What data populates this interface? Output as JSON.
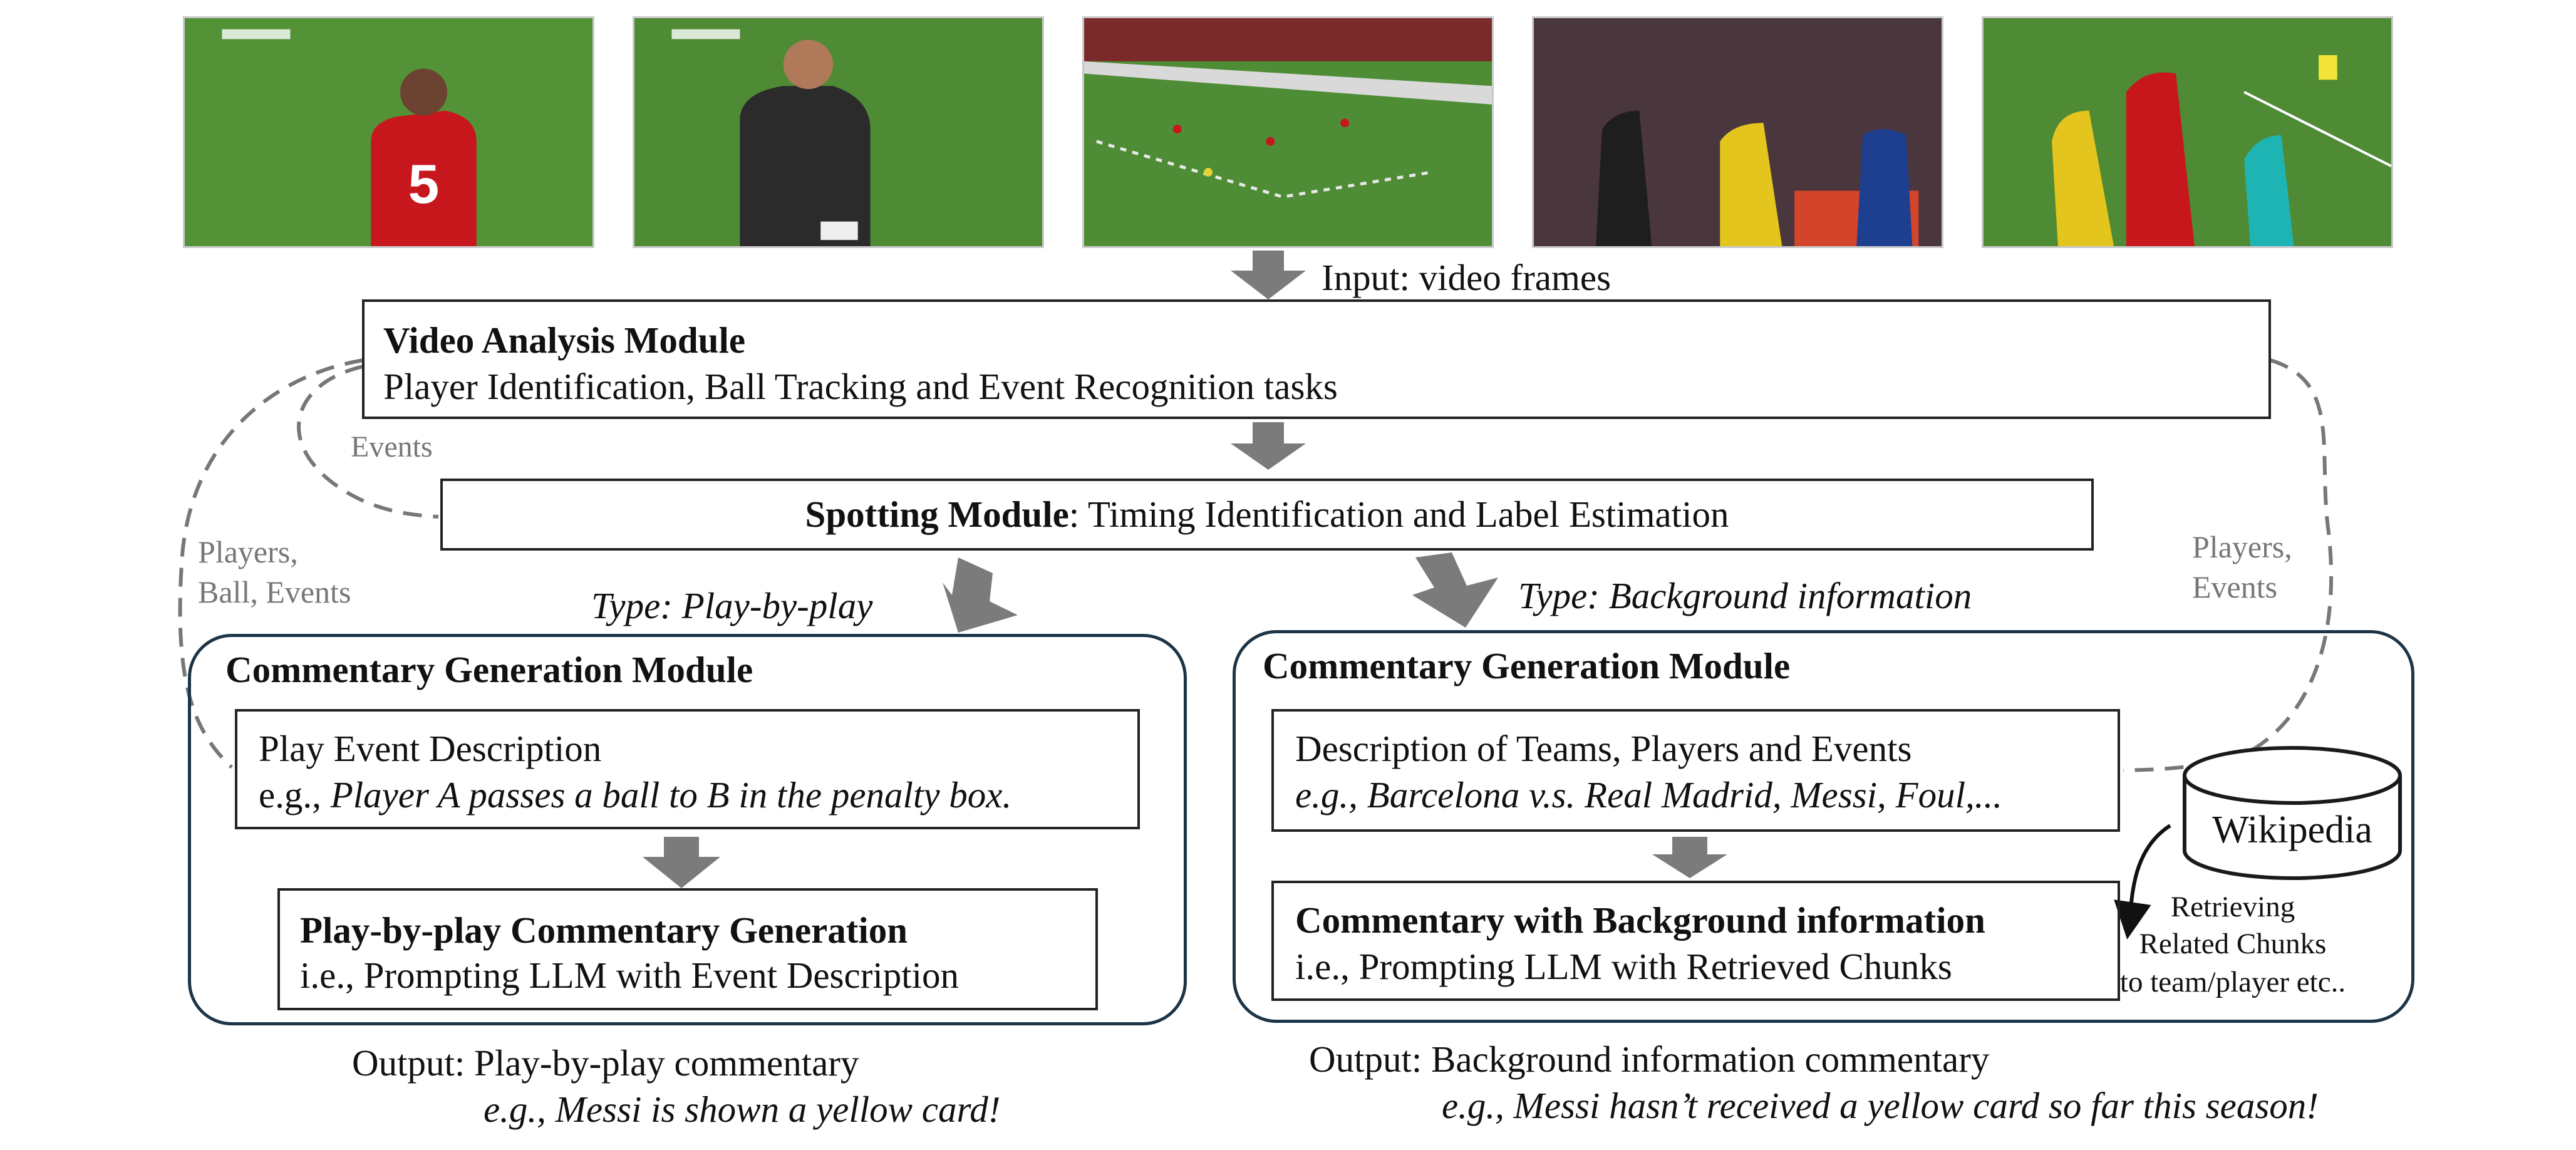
{
  "input_label": "Input: video frames",
  "video_analysis": {
    "title": "Video Analysis Module",
    "desc": "Player Identification, Ball Tracking and Event Recognition tasks"
  },
  "spotting": {
    "title": "Spotting Module",
    "desc": ": Timing Identification and Label Estimation"
  },
  "side_labels": {
    "events": "Events",
    "players_ball_events_1": "Players,",
    "players_ball_events_2": "Ball, Events",
    "players_events_1": "Players,",
    "players_events_2": "Events"
  },
  "left": {
    "type_label": "Type: Play-by-play",
    "module_title": "Commentary Generation Module",
    "desc_line1": "Play Event Description",
    "desc_prefix": "e.g., ",
    "desc_example": "Player A passes a ball to B in the penalty box.",
    "gen_title": "Play-by-play Commentary Generation",
    "gen_desc": "i.e., Prompting LLM with Event Description",
    "output_label": "Output: Play-by-play commentary",
    "output_example": "e.g., Messi is shown a yellow card!"
  },
  "right": {
    "type_label": "Type: Background information",
    "module_title": "Commentary Generation Module",
    "desc_line1": "Description of Teams, Players and Events",
    "desc_example": "e.g., Barcelona v.s. Real Madrid, Messi, Foul,...",
    "gen_title": "Commentary with Background information",
    "gen_desc": "i.e., Prompting LLM with Retrieved Chunks",
    "wikipedia": "Wikipedia",
    "retrieve_1": "Retrieving",
    "retrieve_2": "Related Chunks",
    "retrieve_3": "to team/player etc..",
    "output_label": "Output: Background information commentary",
    "output_example": "e.g., Messi hasn’t received a yellow card so far this season!"
  }
}
